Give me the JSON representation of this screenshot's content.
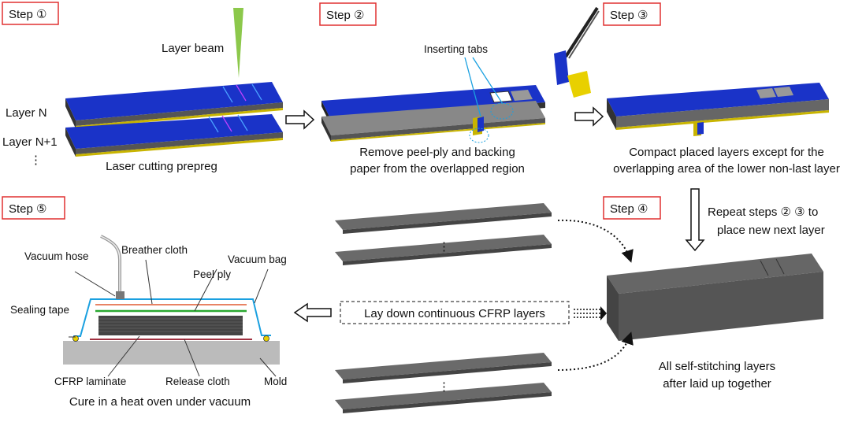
{
  "steps": {
    "s1": "Step ①",
    "s2": "Step ②",
    "s3": "Step ③",
    "s4": "Step ④",
    "s5": "Step ⑤"
  },
  "step1": {
    "beam": "Layer beam",
    "layer_n": "Layer N",
    "layer_n1": "Layer N+1",
    "dots": "⋮",
    "caption": "Laser cutting prepreg"
  },
  "step2": {
    "tabs": "Inserting tabs",
    "caption_1": "Remove peel-ply and backing",
    "caption_2": "paper from the overlapped region"
  },
  "step3": {
    "caption_1": "Compact placed layers except for the",
    "caption_2": "overlapping area of  the lower non-last layer"
  },
  "repeat": {
    "line_1": "Repeat steps ② ③ to",
    "line_2": "place new next layer"
  },
  "step4": {
    "caption_1": "All self-stitching layers",
    "caption_2": "after laid up together",
    "continuous": "Lay down continuous CFRP layers",
    "dots": "⋮"
  },
  "step5": {
    "vacuum_hose": "Vacuum hose",
    "breather": "Breather cloth",
    "vacuum_bag": "Vacuum bag",
    "peel_ply": "Peel ply",
    "sealing_tape": "Sealing tape",
    "cfrp": "CFRP laminate",
    "release": "Release cloth",
    "mold": "Mold",
    "caption": "Cure in a heat oven under vacuum"
  },
  "colors": {
    "step_box": "#e03030",
    "prepreg_top": "#1a33c8",
    "backing": "#c8b400",
    "beam": "#8cc84b",
    "vacuum_bag": "#1aa0e0",
    "breather": "#e05a30",
    "peel_ply": "#2aa830",
    "release": "#a03040"
  }
}
